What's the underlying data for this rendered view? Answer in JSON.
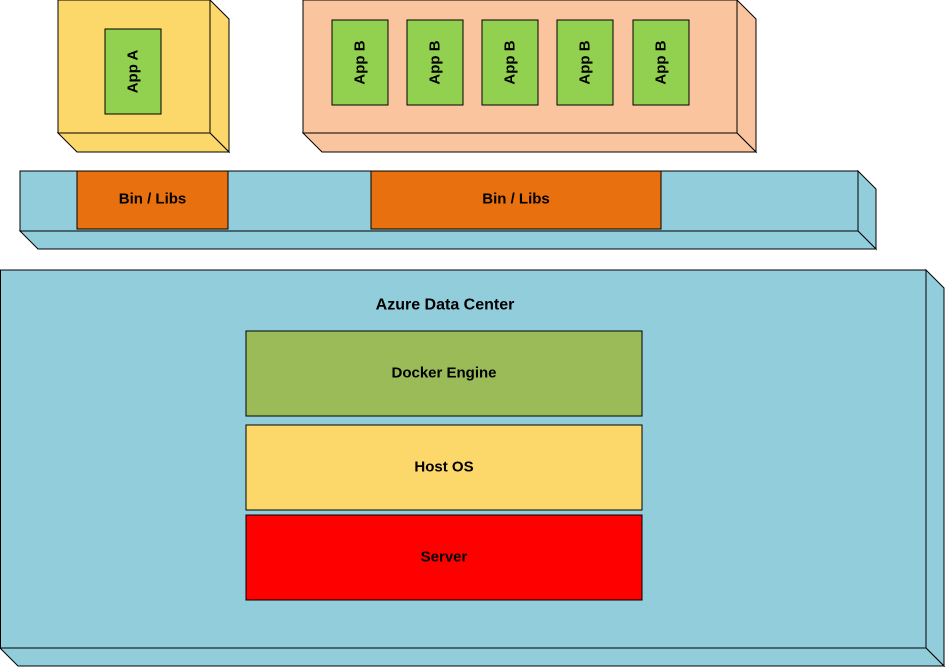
{
  "colors": {
    "app_a_container": "#fcd76a",
    "app_b_container": "#f9c49e",
    "app_tile": "#92d050",
    "libs_platform": "#92cddc",
    "libs_block": "#e9700e",
    "datacenter": "#92cddc",
    "docker_engine": "#9bbb59",
    "host_os": "#fcd76a",
    "server": "#ff0000",
    "border": "#000000"
  },
  "app_a": {
    "label": "App A"
  },
  "app_b": {
    "labels": [
      "App B",
      "App B",
      "App B",
      "App B",
      "App B"
    ]
  },
  "libs": {
    "left_label": "Bin / Libs",
    "right_label": "Bin / Libs"
  },
  "datacenter": {
    "title": "Azure Data Center",
    "docker_engine": "Docker Engine",
    "host_os": "Host OS",
    "server": "Server"
  }
}
